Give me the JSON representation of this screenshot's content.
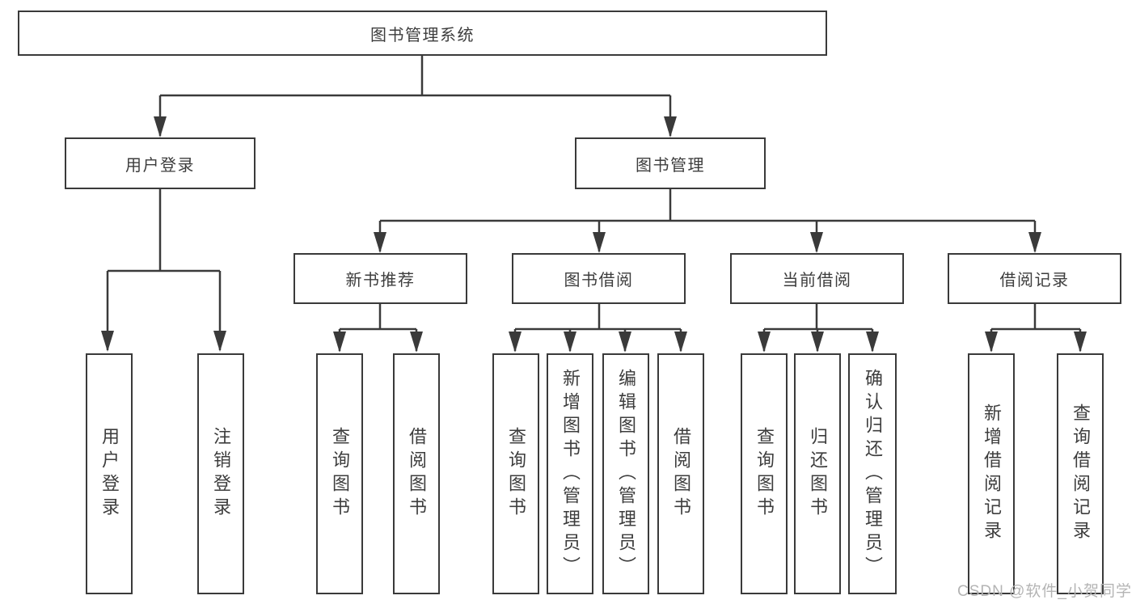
{
  "diagram_title": "图书管理系统",
  "tree": {
    "label": "图书管理系统",
    "children": [
      {
        "label": "用户登录",
        "children": [
          {
            "label": "用户登录"
          },
          {
            "label": "注销登录"
          }
        ]
      },
      {
        "label": "图书管理",
        "children": [
          {
            "label": "新书推荐",
            "children": [
              {
                "label": "查询图书"
              },
              {
                "label": "借阅图书"
              }
            ]
          },
          {
            "label": "图书借阅",
            "children": [
              {
                "label": "查询图书"
              },
              {
                "label": "新增图书（管理员）"
              },
              {
                "label": "编辑图书（管理员）"
              },
              {
                "label": "借阅图书"
              }
            ]
          },
          {
            "label": "当前借阅",
            "children": [
              {
                "label": "查询图书"
              },
              {
                "label": "归还图书"
              },
              {
                "label": "确认归还（管理员）"
              }
            ]
          },
          {
            "label": "借阅记录",
            "children": [
              {
                "label": "新增借阅记录"
              },
              {
                "label": "查询借阅记录"
              }
            ]
          }
        ]
      }
    ]
  },
  "watermark": "CSDN @软件_小贺同学",
  "colors": {
    "line": "#3a3a3a",
    "text": "#3d3d3d",
    "background": "#ffffff",
    "watermark": "#b4b4b4"
  }
}
